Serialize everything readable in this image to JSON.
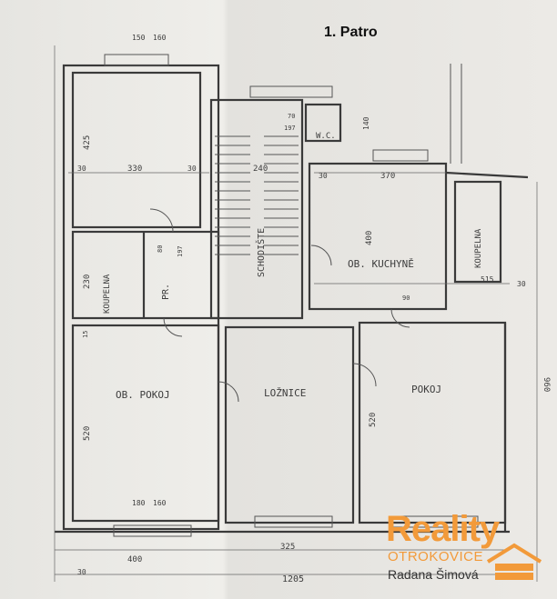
{
  "header": {
    "title": "1. Patro"
  },
  "rooms": [
    {
      "key": "koupelna_left",
      "label": "KOUPELNA"
    },
    {
      "key": "pr",
      "label": "PR."
    },
    {
      "key": "schodiste",
      "label": "SCHODIŠTE"
    },
    {
      "key": "wc",
      "label": "W.C."
    },
    {
      "key": "kuchyne",
      "label": "OB. KUCHYNĚ"
    },
    {
      "key": "koupelna_right",
      "label": "KOUPELNA"
    },
    {
      "key": "ob_pokoj",
      "label": "OB. POKOJ"
    },
    {
      "key": "loznice",
      "label": "LOŽNICE"
    },
    {
      "key": "pokoj",
      "label": "POKOJ"
    }
  ],
  "dimensions": {
    "d150": "150",
    "d160": "160",
    "d425": "425",
    "d30a": "30",
    "d330": "330",
    "d30b": "30",
    "d230": "230",
    "d80": "80",
    "d197": "197",
    "d240": "240",
    "d70": "70",
    "d197b": "197",
    "d140": "140",
    "d370": "370",
    "d30c": "30",
    "d400": "400",
    "d90": "90",
    "d515": "515",
    "d520a": "520",
    "d520b": "520",
    "d180": "180",
    "d160b": "160",
    "d400b": "400",
    "d325": "325",
    "d1205": "1205",
    "d960": "960",
    "d30d": "30",
    "d30e": "30",
    "d15": "15"
  },
  "logo": {
    "brand": "Reality",
    "city": "OTROKOVICE",
    "agent": "Radana Šimová",
    "colors": {
      "primary": "#f29a3a",
      "text": "#333333"
    }
  }
}
